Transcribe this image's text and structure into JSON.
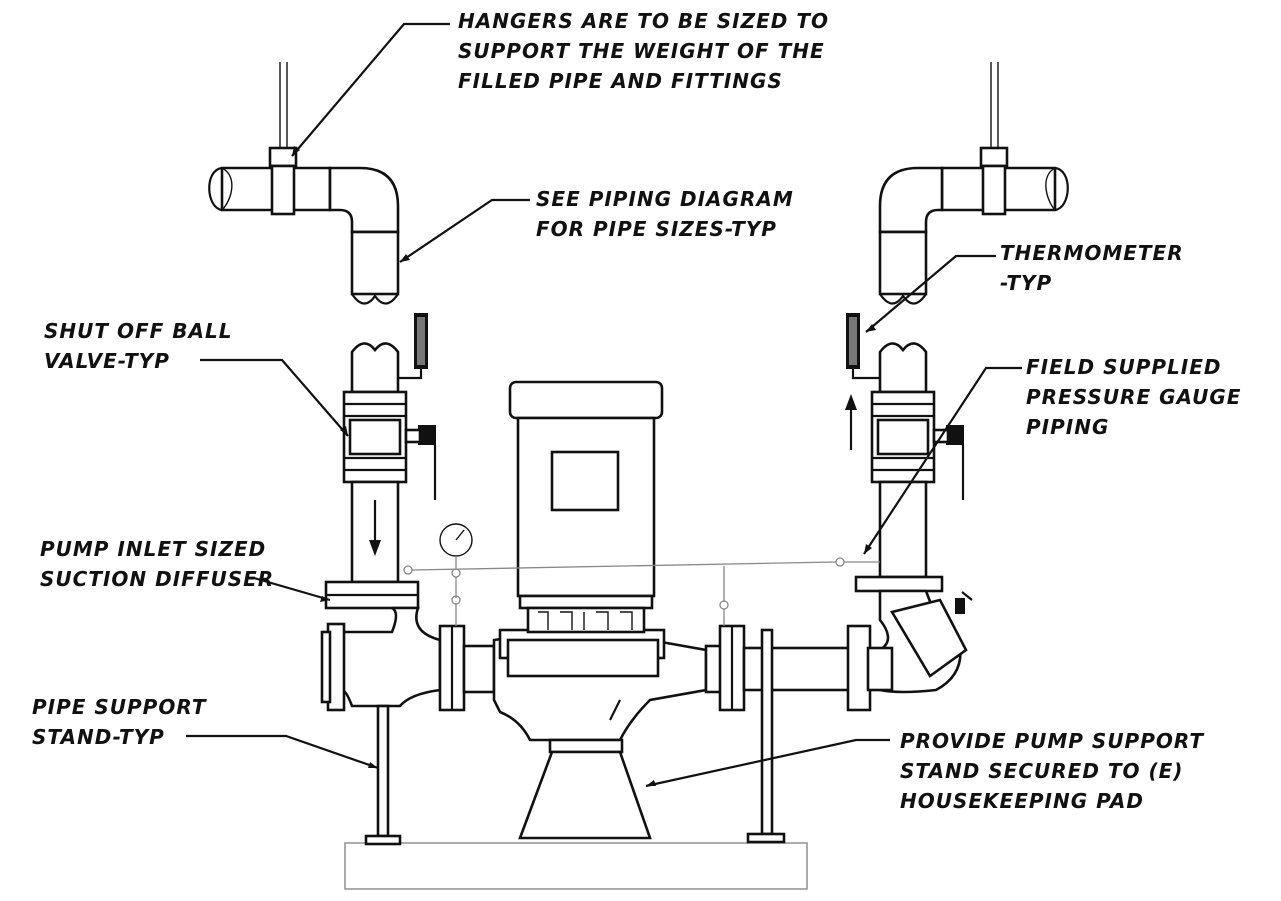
{
  "notes": {
    "hangers": [
      "HANGERS ARE TO BE SIZED TO",
      "SUPPORT THE WEIGHT OF THE",
      "FILLED PIPE AND FITTINGS"
    ],
    "piping_diagram": [
      "SEE PIPING DIAGRAM",
      "FOR PIPE SIZES-TYP"
    ],
    "thermometer": [
      "THERMOMETER",
      "-TYP"
    ],
    "ball_valve": [
      "SHUT OFF BALL",
      "VALVE-TYP"
    ],
    "pressure_gauge": [
      "FIELD SUPPLIED",
      "PRESSURE GAUGE",
      "PIPING"
    ],
    "suction_diffuser": [
      "PUMP INLET SIZED",
      "SUCTION DIFFUSER"
    ],
    "pipe_support": [
      "PIPE SUPPORT",
      "STAND-TYP"
    ],
    "pump_support": [
      "PROVIDE PUMP SUPPORT",
      "STAND SECURED TO (E)",
      "HOUSEKEEPING PAD"
    ]
  },
  "colors": {
    "line": "#111111",
    "instrument_line": "#888888",
    "background": "#ffffff"
  },
  "icons": [
    "thermometer-icon",
    "pressure-gauge-icon",
    "flow-arrow-icon",
    "ball-valve-icon",
    "motor-icon"
  ]
}
